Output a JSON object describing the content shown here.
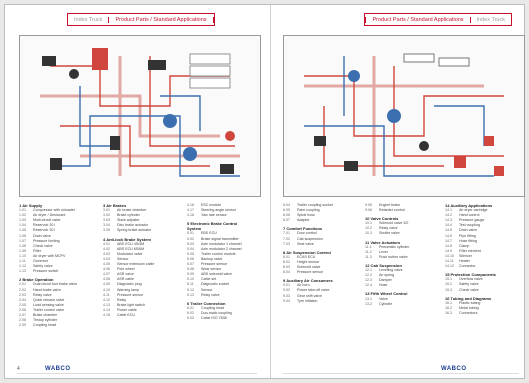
{
  "left_page": {
    "header_gray": "Index Truck",
    "header_red": "Product Parts / Standard Applications",
    "page_number": "4",
    "logo": "WABCO",
    "legend_columns": [
      [
        {
          "title": "1  Air Supply",
          "items": [
            [
              "1.01",
              "Compressor with unloader"
            ],
            [
              "1.02",
              "Air dryer / Desiccant"
            ],
            [
              "1.03",
              "Multi-circuit valve"
            ],
            [
              "1.04",
              "Reservoir 20 l"
            ],
            [
              "1.05",
              "Reservoir 30 l"
            ],
            [
              "1.06",
              "Drain valve"
            ],
            [
              "1.07",
              "Pressure limiting"
            ],
            [
              "1.08",
              "Check valve"
            ],
            [
              "1.09",
              "Filter"
            ],
            [
              "1.10",
              "Air dryer with MCPV"
            ],
            [
              "1.11",
              "Governor"
            ],
            [
              "1.12",
              "Safety valve"
            ],
            [
              "1.13",
              "Pressure switch"
            ]
          ]
        },
        {
          "title": "2  Brake Operation",
          "items": [
            [
              "2.01",
              "Dual circuit foot brake valve"
            ],
            [
              "2.02",
              "Hand brake valve"
            ],
            [
              "2.03",
              "Relay valve"
            ],
            [
              "2.04",
              "Quick release valve"
            ],
            [
              "2.05",
              "Load sensing valve"
            ],
            [
              "2.06",
              "Trailer control valve"
            ],
            [
              "2.07",
              "Brake chamber"
            ],
            [
              "2.08",
              "Tristop cylinder"
            ],
            [
              "2.09",
              "Coupling head"
            ]
          ]
        }
      ],
      [
        {
          "title": "3  Air Brakes",
          "items": [
            [
              "3.01",
              "Air brake chamber"
            ],
            [
              "3.02",
              "Brake cylinder"
            ],
            [
              "3.03",
              "Slack adjuster"
            ],
            [
              "3.04",
              "Disc brake actuator"
            ],
            [
              "3.05",
              "Spring brake actuator"
            ]
          ]
        },
        {
          "title": "4  Anti-lock Brake System",
          "items": [
            [
              "4.01",
              "ABS ECU 4S/4M"
            ],
            [
              "4.02",
              "ABS ECU 6S/6M"
            ],
            [
              "4.03",
              "Modulator valve"
            ],
            [
              "4.04",
              "Sensor"
            ],
            [
              "4.05",
              "Sensor extension cable"
            ],
            [
              "4.06",
              "Pole wheel"
            ],
            [
              "4.07",
              "ASR valve"
            ],
            [
              "4.08",
              "ASR cable"
            ],
            [
              "4.09",
              "Diagnostic plug"
            ],
            [
              "4.10",
              "Warning lamp"
            ],
            [
              "4.11",
              "Pressure sensor"
            ],
            [
              "4.12",
              "Relay"
            ],
            [
              "4.13",
              "Brake light switch"
            ],
            [
              "4.14",
              "Power cable"
            ],
            [
              "4.15",
              "Cable ECU"
            ]
          ]
        }
      ],
      [
        {
          "title": "",
          "items": [
            [
              "4.16",
              "ESC module"
            ],
            [
              "4.17",
              "Steering angle sensor"
            ],
            [
              "4.18",
              "Yaw rate sensor"
            ]
          ]
        },
        {
          "title": "5  Electronic Brake Control System",
          "items": [
            [
              "5.01",
              "EBS ECU"
            ],
            [
              "5.02",
              "Brake signal transmitter"
            ],
            [
              "5.03",
              "Axle modulator 1 channel"
            ],
            [
              "5.04",
              "Axle modulator 2 channel"
            ],
            [
              "5.05",
              "Trailer control module"
            ],
            [
              "5.06",
              "Backup valve"
            ],
            [
              "5.07",
              "Pressure sensor"
            ],
            [
              "5.08",
              "Wear sensor"
            ],
            [
              "5.09",
              "ABS solenoid valve"
            ],
            [
              "5.10",
              "Cable set"
            ],
            [
              "5.11",
              "Diagnostic socket"
            ],
            [
              "5.12",
              "Sensor"
            ],
            [
              "5.13",
              "Relay valve"
            ]
          ]
        },
        {
          "title": "6  Trailer Connection",
          "items": [
            [
              "6.01",
              "Coupling head"
            ],
            [
              "6.02",
              "Duo-matic coupling"
            ],
            [
              "6.03",
              "Cable ISO 7638"
            ]
          ]
        }
      ]
    ]
  },
  "right_page": {
    "header_red": "Product Parts / Standard Applications",
    "header_gray": "Index Truck",
    "logo": "WABCO",
    "legend_columns": [
      [
        {
          "title": "",
          "items": [
            [
              "6.04",
              "Trailer coupling socket"
            ],
            [
              "6.05",
              "Palm coupling"
            ],
            [
              "6.06",
              "Spiral hose"
            ],
            [
              "6.07",
              "Adapter"
            ]
          ]
        },
        {
          "title": "7  Comfort Functions",
          "items": [
            [
              "7.01",
              "Door control"
            ],
            [
              "7.02",
              "Cab suspension"
            ],
            [
              "7.03",
              "Seat valve"
            ]
          ]
        },
        {
          "title": "8  Air Suspension Control",
          "items": [
            [
              "8.01",
              "ECAS ECU"
            ],
            [
              "8.02",
              "Height sensor"
            ],
            [
              "8.03",
              "Solenoid valve"
            ],
            [
              "8.04",
              "Pressure sensor"
            ]
          ]
        },
        {
          "title": "9  Auxiliary Air Consumers",
          "items": [
            [
              "9.01",
              "Air horn"
            ],
            [
              "9.02",
              "Power take-off valve"
            ],
            [
              "9.03",
              "Gear shift valve"
            ],
            [
              "9.04",
              "Tyre inflation"
            ]
          ]
        }
      ],
      [
        {
          "title": "",
          "items": [
            [
              "9.05",
              "Engine brake"
            ],
            [
              "9.06",
              "Retarder control"
            ]
          ]
        },
        {
          "title": "10  Valve Controls",
          "items": [
            [
              "10.1",
              "Solenoid valve 3/2"
            ],
            [
              "10.2",
              "Relay valve"
            ],
            [
              "10.3",
              "Shuttle valve"
            ]
          ]
        },
        {
          "title": "11  Valve Actuators",
          "items": [
            [
              "11.1",
              "Pneumatic cylinder"
            ],
            [
              "11.2",
              "Lever"
            ],
            [
              "11.3",
              "Push button valve"
            ]
          ]
        },
        {
          "title": "12  Cab Suspension",
          "items": [
            [
              "12.1",
              "Levelling valve"
            ],
            [
              "12.2",
              "Air spring"
            ],
            [
              "12.3",
              "Damper"
            ],
            [
              "12.4",
              "Hose"
            ]
          ]
        },
        {
          "title": "13  Fifth Wheel Control",
          "items": [
            [
              "13.1",
              "Valve"
            ],
            [
              "13.2",
              "Cylinder"
            ]
          ]
        }
      ],
      [
        {
          "title": "14  Auxiliary Applications",
          "items": [
            [
              "14.1",
              "Air dryer cartridge"
            ],
            [
              "14.2",
              "Hand control"
            ],
            [
              "14.3",
              "Pressure gauge"
            ],
            [
              "14.4",
              "Test coupling"
            ],
            [
              "14.5",
              "Drain valve"
            ],
            [
              "14.6",
              "Pipe fitting"
            ],
            [
              "14.7",
              "Hose fitting"
            ],
            [
              "14.8",
              "Clamp"
            ],
            [
              "14.9",
              "Filter element"
            ],
            [
              "14.10",
              "Silencer"
            ],
            [
              "14.11",
              "Heater"
            ],
            [
              "14.12",
              "Connector"
            ]
          ]
        },
        {
          "title": "15  Protection Components",
          "items": [
            [
              "15.1",
              "Overflow valve"
            ],
            [
              "15.2",
              "Safety valve"
            ],
            [
              "15.3",
              "Check valve"
            ]
          ]
        },
        {
          "title": "16  Tubing and Diagrams",
          "items": [
            [
              "16.1",
              "Plastic tubing"
            ],
            [
              "16.2",
              "Metal tubing"
            ],
            [
              "16.3",
              "Connectors"
            ]
          ]
        }
      ]
    ]
  },
  "colors": {
    "accent_red": "#c8102e",
    "circuit_red": "#d0463c",
    "circuit_blue": "#3c6fb0",
    "circuit_pink": "#e2a9a4",
    "component_dark": "#333333",
    "logo_blue": "#1a3d8f"
  }
}
